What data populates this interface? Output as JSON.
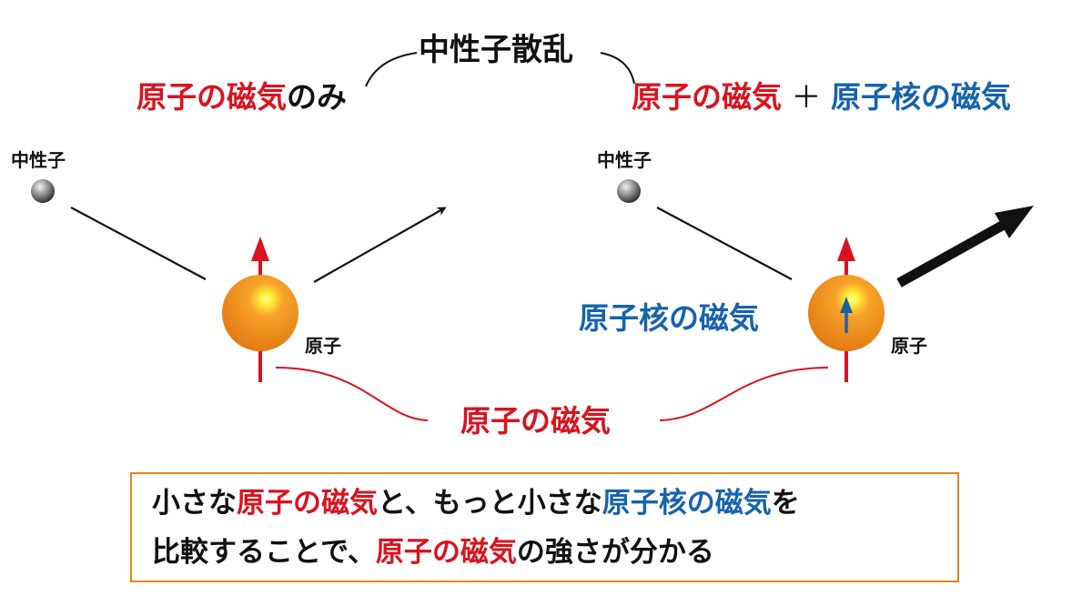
{
  "title": "中性子散乱",
  "left_panel": {
    "heading": {
      "red": "原子の磁気",
      "black": "のみ"
    },
    "neutron_label": "中性子",
    "atom_label": "原子"
  },
  "right_panel": {
    "heading": {
      "red": "原子の磁気",
      "plus": " ＋ ",
      "blue": "原子核の磁気"
    },
    "neutron_label": "中性子",
    "atom_label": "原子",
    "nucleus_magnetism_label": "原子核の磁気"
  },
  "atom_magnetism_label": "原子の磁気",
  "conclusion": {
    "line1": {
      "part1": "小さな",
      "part2_red": "原子の磁気",
      "part3": "と、もっと小さな",
      "part4_blue": "原子核の磁気",
      "part5": "を"
    },
    "line2": {
      "part1": "比較することで、",
      "part2_red": "原子の磁気",
      "part3": "の強さが分かる"
    }
  },
  "colors": {
    "red": "#d9131f",
    "blue": "#1563ae",
    "orange_border": "#e88417",
    "atom_orange": "#f08c1e",
    "text": "#111111"
  },
  "icons": [
    "neutron-sphere-icon",
    "atom-sphere-icon",
    "magnetic-moment-arrow-icon",
    "nuclear-moment-arrow-icon"
  ]
}
